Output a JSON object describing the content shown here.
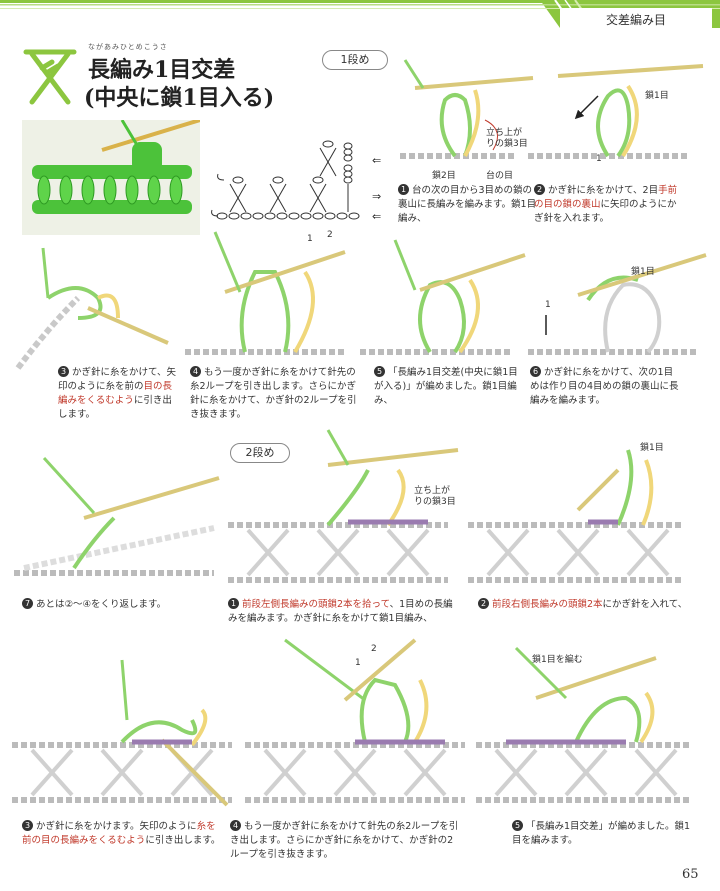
{
  "header": {
    "section_title": "交差編み目",
    "colors": {
      "band_green": "#8cc63f",
      "band_light": "#d7ecb0",
      "yarn_green": "#8ed36b",
      "yarn_gray": "#c9c9c9",
      "yarn_yellow": "#f0d77a",
      "accent_purple": "#9a7bb0"
    }
  },
  "title": {
    "ruby": "ながあみひとめこうさ",
    "line1": "長編み1目交差",
    "line2": "(中央に鎖1目入る)"
  },
  "row1_label": "1段め",
  "row2_label": "2段め",
  "figure_labels": {
    "chain3_upright": "立ち上がりの鎖3目",
    "chain2": "鎖2目",
    "base": "台の目",
    "chain1": "鎖1目",
    "one": "1",
    "two": "2",
    "chain1_make": "鎖1目を編む"
  },
  "steps_row1": [
    {
      "num": "1",
      "text": "台の次の目から3目めの鎖の裏山に長編みを編みます。鎖1目編み、"
    },
    {
      "num": "2",
      "text_pre": "かぎ針に糸をかけて、2目",
      "text_red": "手前の目の鎖の裏山",
      "text_post": "に矢印のようにかぎ針を入れます。"
    },
    {
      "num": "3",
      "text_pre": "かぎ針に糸をかけて、矢印のように糸を前の",
      "text_red": "目の長編みをくるむよう",
      "text_post": "に引き出します。"
    },
    {
      "num": "4",
      "text": "もう一度かぎ針に糸をかけて針先の糸2ループを引き出します。さらにかぎ針に糸をかけて、かぎ針の2ループを引き抜きます。"
    },
    {
      "num": "5",
      "text": "「長編み1目交差(中央に鎖1目が入る)」が編めました。鎖1目編み、"
    },
    {
      "num": "6",
      "text": "かぎ針に糸をかけて、次の1目めは作り目の4目めの鎖の裏山に長編みを編みます。"
    }
  ],
  "steps_row2": [
    {
      "num": "7",
      "text": "あとは②〜④をくり返します。"
    },
    {
      "num": "1",
      "text_red": "前段左側長編みの頭鎖2本を拾って",
      "text_post": "、1目めの長編みを編みます。かぎ針に糸をかけて鎖1目編み、"
    },
    {
      "num": "2",
      "text_red": "前段右側長編みの頭鎖2本",
      "text_post": "にかぎ針を入れて、"
    },
    {
      "num": "3",
      "text_pre": "かぎ針に糸をかけます。矢印のように",
      "text_red": "糸を前の目の長編みをくるむよう",
      "text_post": "に引き出します。"
    },
    {
      "num": "4",
      "text": "もう一度かぎ針に糸をかけて針先の糸2ループを引き出します。さらにかぎ針に糸をかけて、かぎ針の2ループを引き抜きます。"
    },
    {
      "num": "5",
      "text": "「長編み1目交差」が編めました。鎖1目を編みます。"
    }
  ],
  "page_number": "65"
}
